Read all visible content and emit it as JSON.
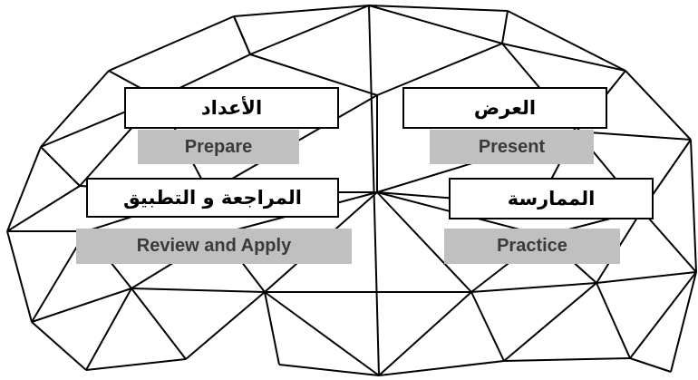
{
  "colors": {
    "background": "#ffffff",
    "mesh_line": "#000000",
    "english_box": "#c0c0c0",
    "english_text": "#3a3a3a",
    "arabic_box": "#ffffff",
    "arabic_text": "#000000"
  },
  "labels": {
    "prepare": {
      "ar": "الأعداد",
      "en": "Prepare"
    },
    "present": {
      "ar": "العرض",
      "en": "Present"
    },
    "review": {
      "ar": "المراجعة و التطبيق",
      "en": "Review and Apply"
    },
    "practice": {
      "ar": "الممارسة",
      "en": "Practice"
    }
  }
}
